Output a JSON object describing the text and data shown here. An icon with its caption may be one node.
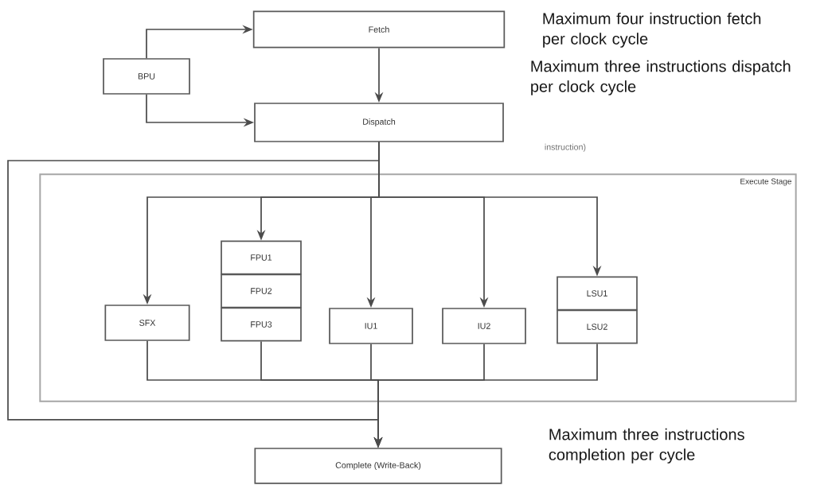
{
  "diagram": {
    "nodes": [
      {
        "text": [
          "Fetch"
        ]
      },
      {
        "text": [
          "BPU"
        ]
      },
      {
        "text": [
          "Dispatch"
        ]
      },
      {
        "text": [
          "Execute Stage"
        ]
      },
      {
        "text": [
          "SFX"
        ],
        "in": 3
      },
      {
        "text": [
          "FPU1"
        ],
        "in": 3
      },
      {
        "text": [
          "FPU2"
        ],
        "in": 3
      },
      {
        "text": [
          "FPU3"
        ],
        "in": 3
      },
      {
        "text": [
          "IU1"
        ],
        "in": 3
      },
      {
        "text": [
          "IU2"
        ],
        "in": 3
      },
      {
        "text": [
          "LSU1"
        ],
        "in": 3
      },
      {
        "text": [
          "LSU2"
        ],
        "in": 3
      },
      {
        "text": [
          "Complete (Write-Back)"
        ]
      }
    ],
    "edges": [
      {
        "from": 1,
        "to": 0,
        "arrow": "to"
      },
      {
        "from": 1,
        "to": 2,
        "arrow": "to"
      },
      {
        "from": 0,
        "to": 2,
        "arrow": "to"
      },
      {
        "from": 2,
        "to": 4,
        "arrow": "to"
      },
      {
        "from": 2,
        "to": 5,
        "arrow": "to"
      },
      {
        "from": 2,
        "to": 8,
        "arrow": "to"
      },
      {
        "from": 2,
        "to": 9,
        "arrow": "to"
      },
      {
        "from": 2,
        "to": 10,
        "arrow": "to"
      },
      {
        "from": 4,
        "to": 12,
        "arrow": "to"
      },
      {
        "from": 7,
        "to": 12,
        "arrow": "to"
      },
      {
        "from": 8,
        "to": 12,
        "arrow": "to"
      },
      {
        "from": 9,
        "to": 12,
        "arrow": "to"
      },
      {
        "from": 11,
        "to": 12,
        "arrow": "to"
      },
      {
        "from": 2,
        "to": 12,
        "arrow": "to"
      }
    ],
    "labels": [
      "Maximum four instruction fetch per clock cycle",
      "Maximum three instructions dispatch per clock cycle",
      "instruction)",
      "Maximum three instructions completion per cycle"
    ]
  }
}
